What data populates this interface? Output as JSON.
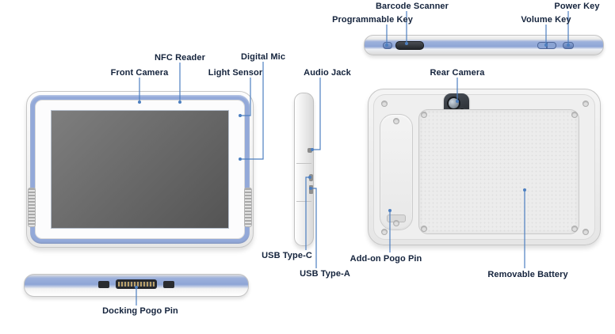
{
  "labels": {
    "front_camera": "Front Camera",
    "nfc_reader": "NFC Reader",
    "digital_mic": "Digital Mic",
    "light_sensor": "Light Sensor",
    "audio_jack": "Audio Jack",
    "barcode_scanner": "Barcode Scanner",
    "programmable_key": "Programmable Key",
    "volume_key": "Volume Key",
    "power_key": "Power Key",
    "rear_camera": "Rear Camera",
    "usb_type_c": "USB Type-C",
    "usb_type_a": "USB Type-A",
    "addon_pogo_pin": "Add-on Pogo Pin",
    "removable_battery": "Removable Battery",
    "docking_pogo_pin": "Docking Pogo Pin"
  },
  "colors": {
    "label_text": "#14233c",
    "callout_line": "#4d7fc0",
    "device_accent_blue": "#8ea5d6",
    "screen_gray": "#5f5f5f"
  }
}
